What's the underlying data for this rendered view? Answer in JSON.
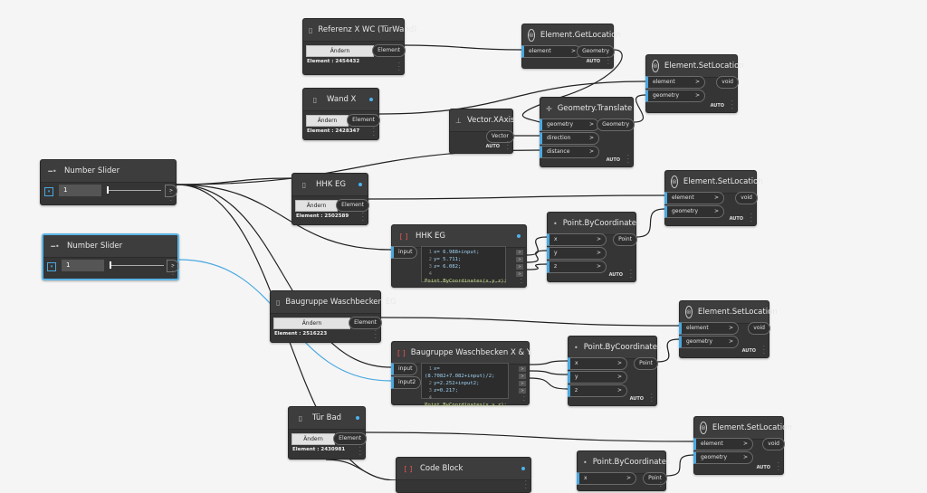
{
  "canvas_background": "#f5f5f5",
  "accent_color": "#4aa8e0",
  "nodes": [
    {
      "kind": "select",
      "title": "Referenz X WC (TürWand)",
      "button": "Ändern",
      "output": "Element",
      "element": "Element : 2454432",
      "icon": "revit-select-icon"
    },
    {
      "kind": "function",
      "title": "Element.GetLocation",
      "inputs": [
        "element"
      ],
      "outputs": [
        "Geometry"
      ],
      "auto": "AUTO",
      "icon": "element-icon"
    },
    {
      "kind": "function",
      "title": "Element.SetLocation",
      "inputs": [
        "element",
        "geometry"
      ],
      "outputs": [
        "void"
      ],
      "auto": "AUTO",
      "icon": "element-icon"
    },
    {
      "kind": "select",
      "title": "Wand X",
      "button": "Ändern",
      "output": "Element",
      "element": "Element : 2428347",
      "icon": "revit-select-icon"
    },
    {
      "kind": "function",
      "title": "Vector.XAxis",
      "inputs": [],
      "outputs": [
        "Vector"
      ],
      "auto": "AUTO",
      "icon": "vector-axis-icon"
    },
    {
      "kind": "function",
      "title": "Geometry.Translate",
      "inputs": [
        "geometry",
        "direction",
        "distance"
      ],
      "outputs": [
        "Geometry"
      ],
      "auto": "AUTO",
      "icon": "translate-icon"
    },
    {
      "kind": "slider",
      "title": "Number Slider",
      "value": "1",
      "level": 0.0,
      "icon": "slider-icon"
    },
    {
      "kind": "select",
      "title": "HHK EG",
      "button": "Ändern",
      "output": "Element",
      "element": "Element : 2502589",
      "icon": "revit-select-icon"
    },
    {
      "kind": "function",
      "title": "Element.SetLocation",
      "inputs": [
        "element",
        "geometry"
      ],
      "outputs": [
        "void"
      ],
      "auto": "AUTO",
      "icon": "element-icon"
    },
    {
      "kind": "slider",
      "title": "Number Slider",
      "value": "1",
      "level": 0.0,
      "selected": true,
      "icon": "slider-icon"
    },
    {
      "kind": "code",
      "title": "HHK EG",
      "inputs": [
        "input"
      ],
      "lines": [
        "x= 6.988+input;",
        "y= 5.711;",
        "z= 6.082;",
        "Point.ByCoordinates(x,y,z);"
      ],
      "icon": "code-block-icon"
    },
    {
      "kind": "function",
      "title": "Point.ByCoordinates",
      "inputs": [
        "x",
        "y",
        "z"
      ],
      "outputs": [
        "Point"
      ],
      "auto": "AUTO",
      "icon": "point-icon"
    },
    {
      "kind": "select",
      "title": "Baugruppe Waschbecken EG",
      "button": "Ändern",
      "output": "Element",
      "element": "Element : 2516223",
      "icon": "revit-select-icon"
    },
    {
      "kind": "function",
      "title": "Element.SetLocation",
      "inputs": [
        "element",
        "geometry"
      ],
      "outputs": [
        "void"
      ],
      "auto": "AUTO",
      "icon": "element-icon"
    },
    {
      "kind": "code",
      "title": "Baugruppe Waschbecken X & Y",
      "inputs": [
        "input",
        "input2"
      ],
      "lines": [
        "x=(8.7082+7.082+input)/2;",
        "y=2.252+input2;",
        "z=0.217;",
        "Point.ByCoordinates(x,y,z);"
      ],
      "icon": "code-block-icon"
    },
    {
      "kind": "function",
      "title": "Point.ByCoordinates",
      "inputs": [
        "x",
        "y",
        "z"
      ],
      "outputs": [
        "Point"
      ],
      "auto": "AUTO",
      "icon": "point-icon"
    },
    {
      "kind": "select",
      "title": "Tür Bad",
      "button": "Ändern",
      "output": "Element",
      "element": "Element : 2430981",
      "icon": "revit-select-icon"
    },
    {
      "kind": "function",
      "title": "Element.SetLocation",
      "inputs": [
        "element",
        "geometry"
      ],
      "outputs": [
        "void"
      ],
      "auto": "AUTO",
      "icon": "element-icon"
    },
    {
      "kind": "code",
      "title": "Code Block",
      "inputs": [],
      "lines": [],
      "icon": "code-block-icon"
    },
    {
      "kind": "function",
      "title": "Point.ByCoordinates",
      "inputs": [
        "x"
      ],
      "outputs": [
        "Point"
      ],
      "auto": "",
      "icon": "point-icon"
    }
  ]
}
